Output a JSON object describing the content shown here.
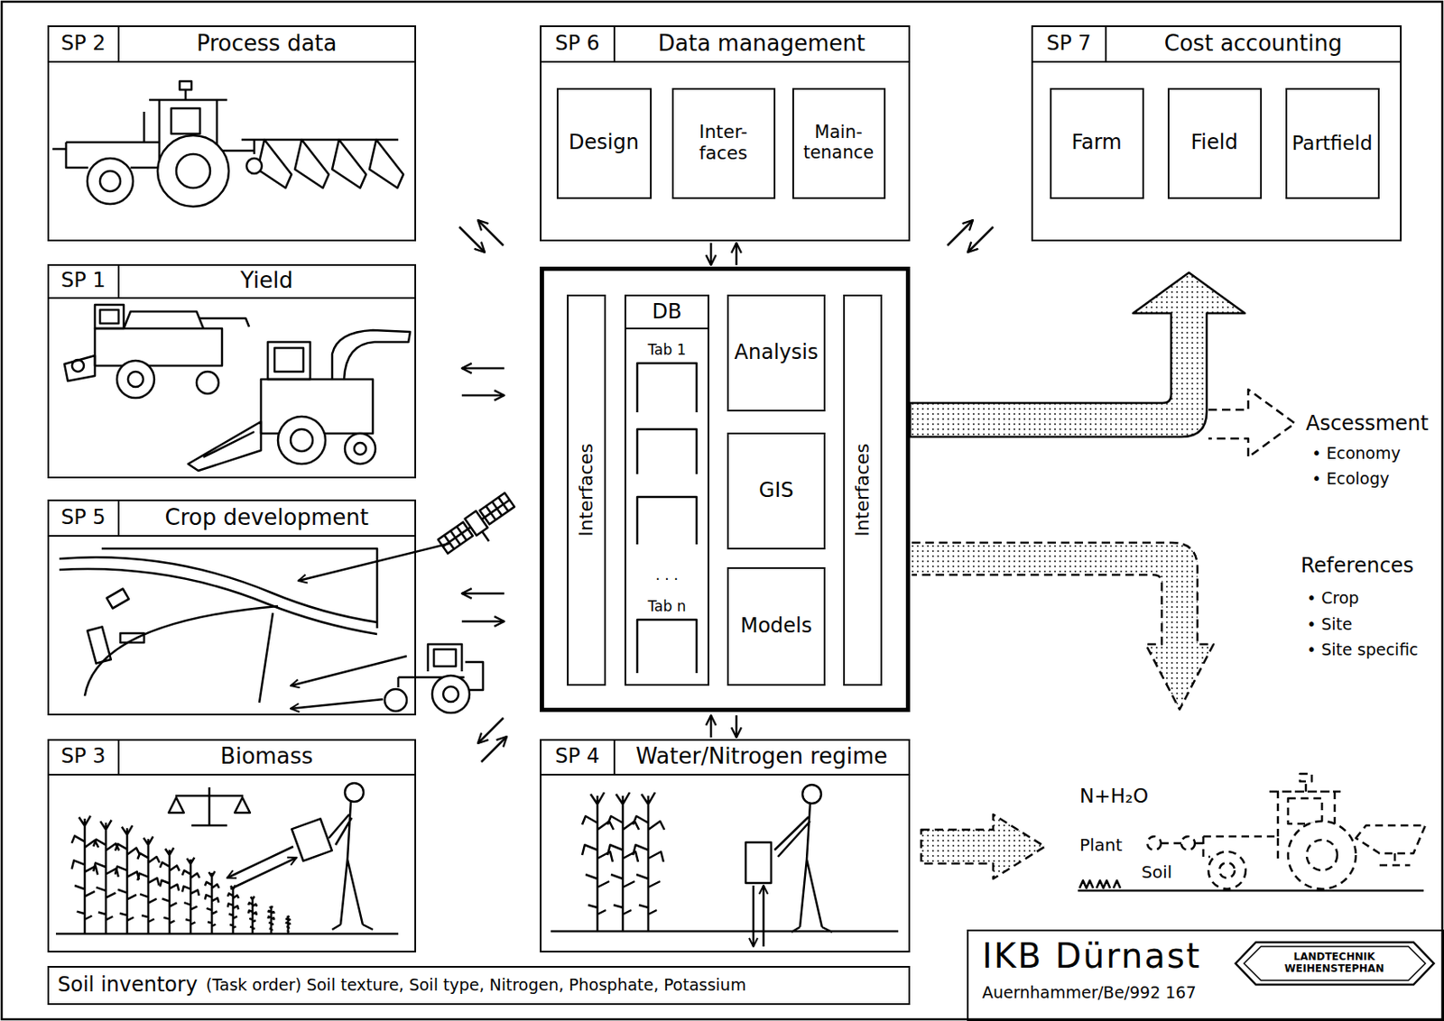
{
  "diagram": {
    "nodes": [
      {
        "text": [
          "SP 2",
          "Process data"
        ]
      },
      {
        "text": [
          "SP 6",
          "Data management"
        ]
      },
      {
        "text": [
          "Design"
        ],
        "in": 1
      },
      {
        "text": [
          "Inter- faces"
        ],
        "in": 1
      },
      {
        "text": [
          "Main- tenance"
        ],
        "in": 1
      },
      {
        "text": [
          "SP 7",
          "Cost accounting"
        ]
      },
      {
        "text": [
          "Farm"
        ],
        "in": 5
      },
      {
        "text": [
          "Field"
        ],
        "in": 5
      },
      {
        "text": [
          "Partfield"
        ],
        "in": 5
      },
      {
        "text": [
          "SP 1",
          "Yield"
        ]
      },
      {
        "text": []
      },
      {
        "text": [
          "Interfaces"
        ],
        "in": 10
      },
      {
        "text": [
          "DB"
        ],
        "in": 10
      },
      {
        "text": [
          "Analysis"
        ],
        "in": 10
      },
      {
        "text": [
          "GIS"
        ],
        "in": 10
      },
      {
        "text": [
          "Models"
        ],
        "in": 10
      },
      {
        "text": [
          "Interfaces"
        ],
        "in": 10
      },
      {
        "text": [
          "SP 5",
          "Crop development"
        ]
      },
      {
        "text": [
          "SP 3",
          "Biomass"
        ]
      },
      {
        "text": [
          "SP 4",
          "Water/Nitrogen regime"
        ]
      },
      {
        "text": [
          "Soil inventory",
          "(Task order) Soil texture, Soil type, Nitrogen, Phosphate, Potassium"
        ]
      },
      {
        "text": [
          "IKB Dürnast",
          "Auernhammer/Be/992 167"
        ]
      },
      {
        "text": [
          "LANDTECHNIK WEIHENSTEPHAN"
        ],
        "in": 21
      }
    ],
    "edges": [
      {
        "from": 10,
        "to": 0,
        "arrow": "to"
      },
      {
        "from": 0,
        "to": 10,
        "arrow": "to"
      },
      {
        "from": 1,
        "to": 10,
        "arrow": "to"
      },
      {
        "from": 10,
        "to": 1,
        "arrow": "to"
      },
      {
        "from": 10,
        "to": 5,
        "arrow": "to"
      },
      {
        "from": 5,
        "to": 10,
        "arrow": "to"
      },
      {
        "from": 10,
        "to": 9,
        "arrow": "to"
      },
      {
        "from": 9,
        "to": 10,
        "arrow": "to"
      },
      {
        "from": 10,
        "to": 17,
        "arrow": "to"
      },
      {
        "from": 17,
        "to": 10,
        "arrow": "to"
      },
      {
        "from": 10,
        "to": 18,
        "arrow": "to"
      },
      {
        "from": 18,
        "to": 10,
        "arrow": "to"
      },
      {
        "from": 19,
        "to": 10,
        "arrow": "to"
      },
      {
        "from": 10,
        "to": 19,
        "arrow": "to"
      },
      {
        "from": 10,
        "to": 5,
        "arrow": "to"
      }
    ],
    "labels": [
      "Tab 1",
      ". . .",
      "Tab n",
      "Ascessment",
      "• Economy",
      "• Ecology",
      "References",
      "• Crop",
      "• Site",
      "• Site specific",
      "N+H₂O",
      "Plant",
      "Soil"
    ]
  }
}
